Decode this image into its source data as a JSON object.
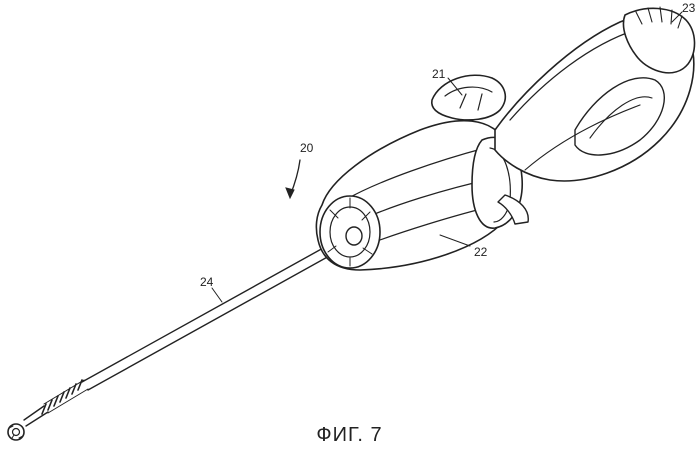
{
  "figure": {
    "caption": "ФИГ. 7",
    "reference_numerals": {
      "device": "20",
      "upper_housing": "21",
      "handle": "22",
      "end_knob": "23",
      "shaft": "24"
    }
  }
}
